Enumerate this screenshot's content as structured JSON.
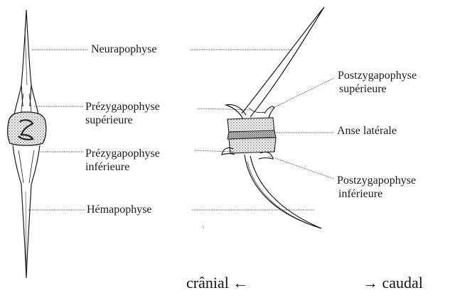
{
  "labels": {
    "neurapophyse": "Neurapophyse",
    "prezygapophyse_superieure": [
      "Prézygapophyse",
      "supérieure"
    ],
    "prezygapophyse_inferieure": [
      "Prézygapophyse",
      "inférieure"
    ],
    "hemapophyse": "Hémapophyse",
    "postzygapophyse_superieure": [
      "Postzygapophyse",
      "supérieure"
    ],
    "anse_laterale": "Anse latérale",
    "postzygapophyse_inferieure": [
      "Postzygapophyse",
      "inférieure"
    ]
  },
  "direction": {
    "cranial": "crânial ←",
    "caudal": "→ caudal"
  },
  "colors": {
    "ink": "#1a1a1a",
    "stipple": "#555555",
    "background": "#ffffff"
  }
}
